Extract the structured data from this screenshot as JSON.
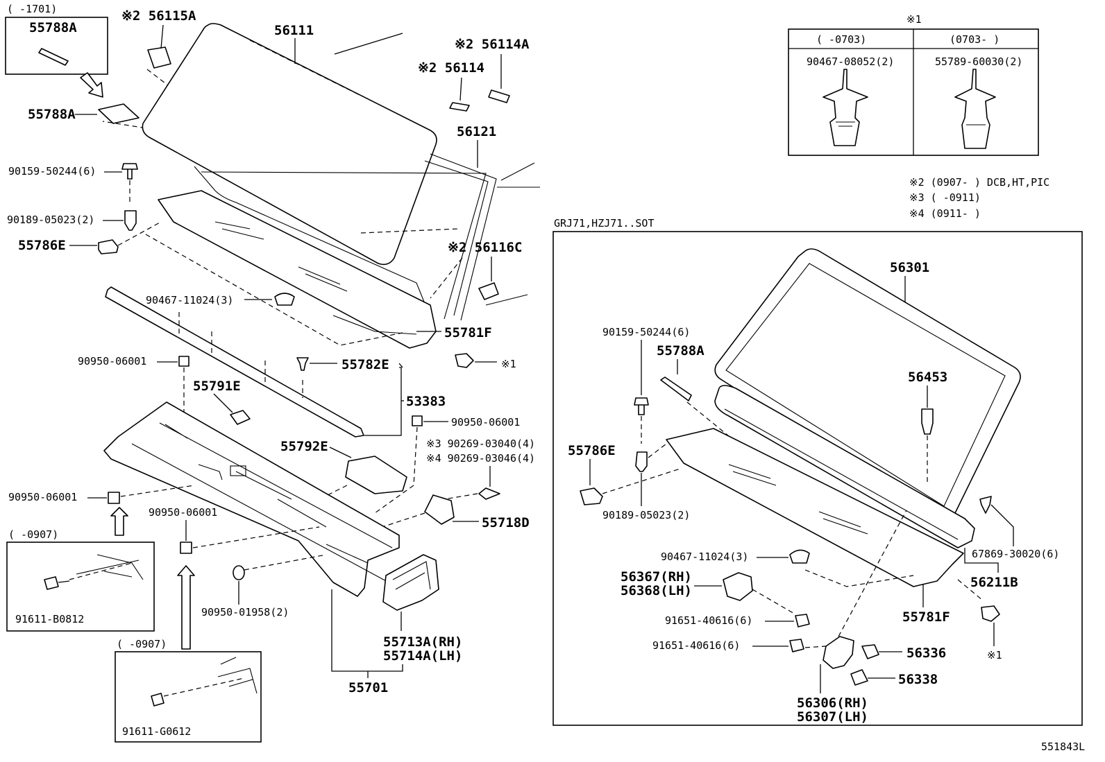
{
  "labels": {
    "range_1701": "(    -1701)",
    "p55788A_box": "55788A",
    "p56115A": "※2 56115A",
    "p56111": "56111",
    "p56114A": "※2 56114A",
    "p56114": "※2 56114",
    "p55788A": "55788A",
    "p56121": "56121",
    "p90159_50244": "90159-50244(6)",
    "p90189_05023": "90189-05023(2)",
    "p55786E": "55786E",
    "p56116C": "※2 56116C",
    "p90467_11024": "90467-11024(3)",
    "p55781F": "55781F",
    "star1_a": "※1",
    "p90950_06001_a": "90950-06001",
    "p55782E": "55782E",
    "p55791E": "55791E",
    "p53383": "53383",
    "p90950_06001_b": "90950-06001",
    "p55792E": "55792E",
    "p90269_03040": "※3 90269-03040(4)",
    "p90269_03046": "※4 90269-03046(4)",
    "p90950_06001_c": "90950-06001",
    "p55718D": "55718D",
    "p90950_06001_d": "90950-06001",
    "range_0907_a": "(    -0907)",
    "p91611_B0812": "91611-B0812",
    "p90950_01958": "90950-01958(2)",
    "p55713A": "55713A(RH)",
    "p55714A": "55714A(LH)",
    "range_0907_b": "(    -0907)",
    "p55701": "55701",
    "p91611_G0612": "91611-G0612"
  },
  "table": {
    "header_star": "※1",
    "col1_range": "(    -0703)",
    "col2_range": "(0703-    )",
    "col1_part": "90467-08052(2)",
    "col2_part": "55789-60030(2)"
  },
  "notes": {
    "n2": "※2 (0907-    ) DCB,HT,PIC",
    "n3": "※3 (    -0911)",
    "n4": "※4 (0911-    )"
  },
  "inset": {
    "title": "GRJ71,HZJ71..SOT",
    "p56301": "56301",
    "p90159_50244": "90159-50244(6)",
    "p55788A": "55788A",
    "p56453": "56453",
    "p55786E": "55786E",
    "p90189_05023": "90189-05023(2)",
    "p67869_30020": "67869-30020(6)",
    "p90467_11024": "90467-11024(3)",
    "p56211B": "56211B",
    "p56367": "56367(RH)",
    "p56368": "56368(LH)",
    "p55781F": "55781F",
    "p91651_40616_a": "91651-40616(6)",
    "p91651_40616_b": "91651-40616(6)",
    "p56336": "56336",
    "star1": "※1",
    "p56338": "56338",
    "p56306": "56306(RH)",
    "p56307": "56307(LH)"
  },
  "footer_code": "551843L"
}
